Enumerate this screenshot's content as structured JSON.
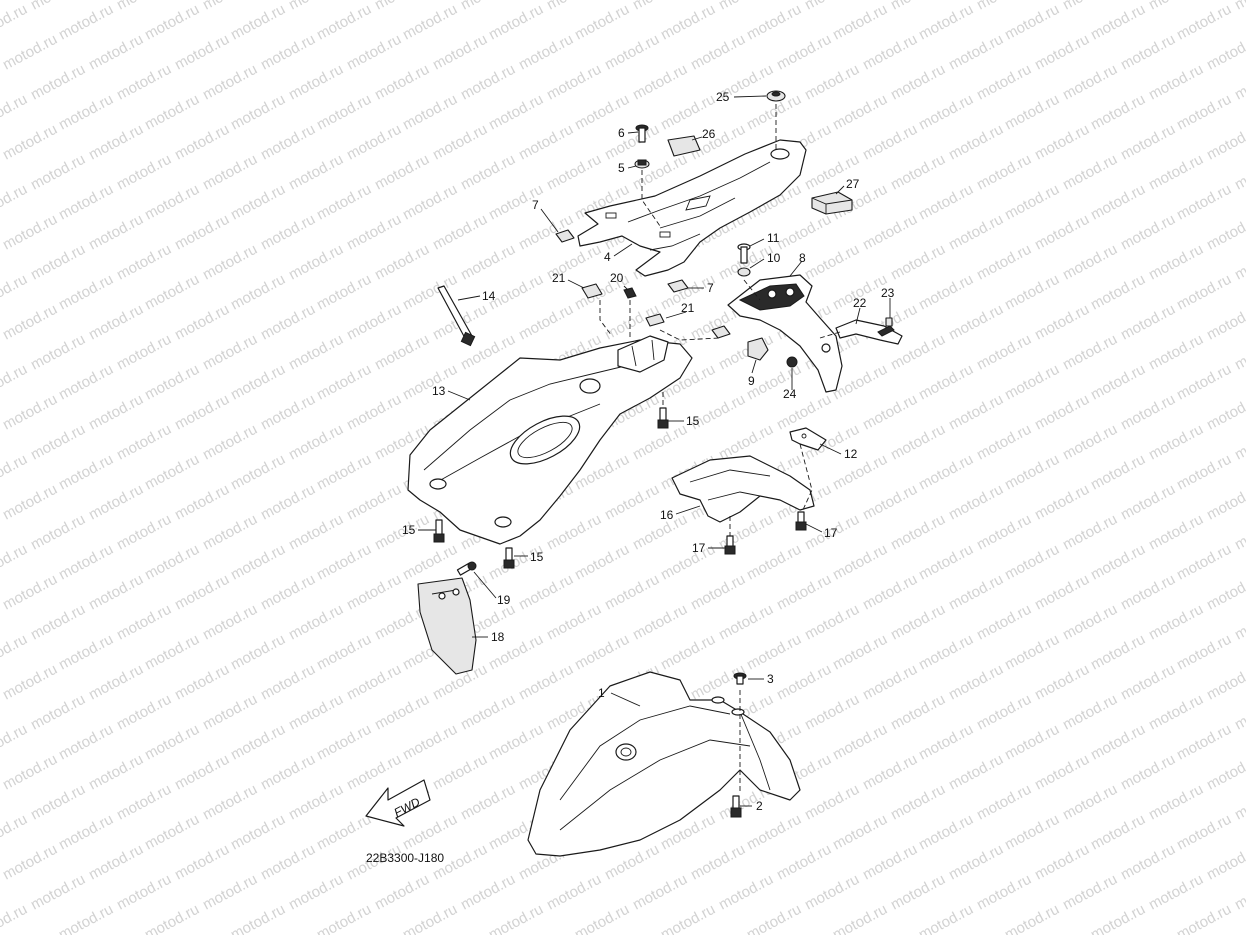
{
  "watermark": {
    "text": "motod.ru"
  },
  "diagram": {
    "code": "22B3300-J180",
    "fwd_label": "FWD",
    "callouts": [
      {
        "id": "c1",
        "text": "1"
      },
      {
        "id": "c2",
        "text": "2"
      },
      {
        "id": "c3",
        "text": "3"
      },
      {
        "id": "c4",
        "text": "4"
      },
      {
        "id": "c5",
        "text": "5"
      },
      {
        "id": "c6",
        "text": "6"
      },
      {
        "id": "c7a",
        "text": "7"
      },
      {
        "id": "c7b",
        "text": "7"
      },
      {
        "id": "c8",
        "text": "8"
      },
      {
        "id": "c9",
        "text": "9"
      },
      {
        "id": "c10",
        "text": "10"
      },
      {
        "id": "c11",
        "text": "11"
      },
      {
        "id": "c12",
        "text": "12"
      },
      {
        "id": "c13",
        "text": "13"
      },
      {
        "id": "c14",
        "text": "14"
      },
      {
        "id": "c15a",
        "text": "15"
      },
      {
        "id": "c15b",
        "text": "15"
      },
      {
        "id": "c15c",
        "text": "15"
      },
      {
        "id": "c16",
        "text": "16"
      },
      {
        "id": "c17a",
        "text": "17"
      },
      {
        "id": "c17b",
        "text": "17"
      },
      {
        "id": "c18",
        "text": "18"
      },
      {
        "id": "c19",
        "text": "19"
      },
      {
        "id": "c20",
        "text": "20"
      },
      {
        "id": "c21a",
        "text": "21"
      },
      {
        "id": "c21b",
        "text": "21"
      },
      {
        "id": "c22",
        "text": "22"
      },
      {
        "id": "c23",
        "text": "23"
      },
      {
        "id": "c24",
        "text": "24"
      },
      {
        "id": "c25",
        "text": "25"
      },
      {
        "id": "c26",
        "text": "26"
      },
      {
        "id": "c27",
        "text": "27"
      }
    ]
  }
}
